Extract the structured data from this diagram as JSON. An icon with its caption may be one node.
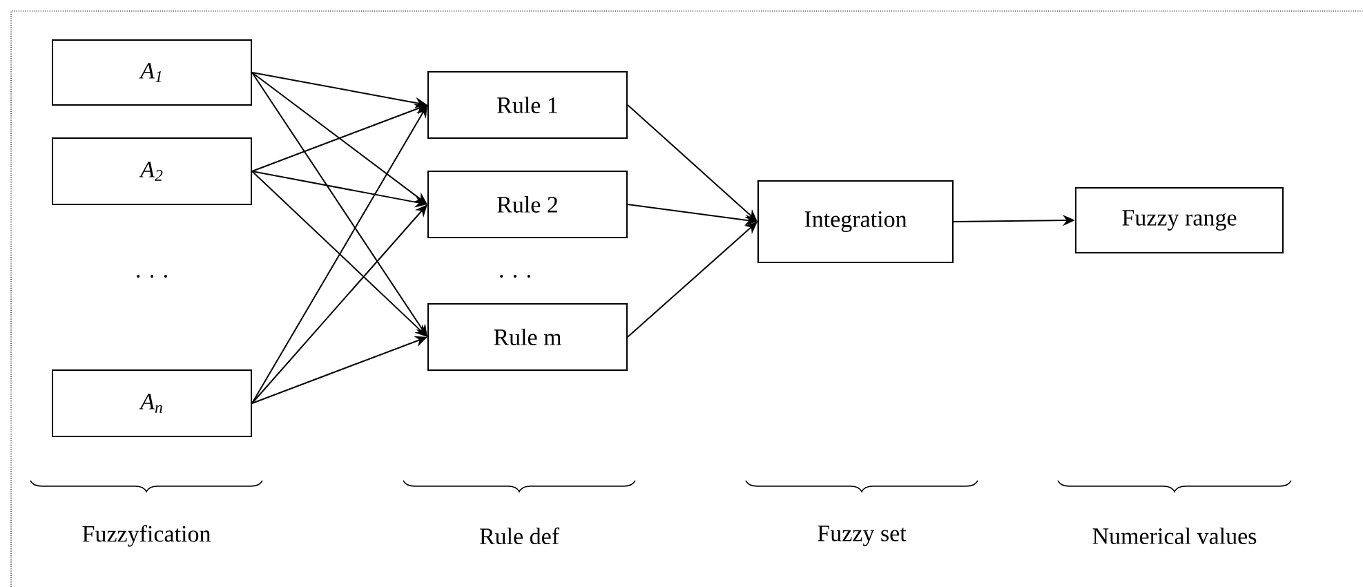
{
  "diagram": {
    "nodes": [
      {
        "text": [
          "A$_{1}$"
        ]
      },
      {
        "text": [
          "A$_{2}$"
        ]
      },
      {
        "text": [
          "A$_{n}$"
        ]
      },
      {
        "text": [
          "Rule 1"
        ]
      },
      {
        "text": [
          "Rule 2"
        ]
      },
      {
        "text": [
          "Rule m"
        ]
      },
      {
        "text": [
          "Integration"
        ]
      },
      {
        "text": [
          "Fuzzy range"
        ]
      }
    ],
    "edges": [
      {
        "from": 0,
        "to": 3,
        "arrow": "to"
      },
      {
        "from": 0,
        "to": 4,
        "arrow": "to"
      },
      {
        "from": 0,
        "to": 5,
        "arrow": "to"
      },
      {
        "from": 1,
        "to": 3,
        "arrow": "to"
      },
      {
        "from": 1,
        "to": 4,
        "arrow": "to"
      },
      {
        "from": 1,
        "to": 5,
        "arrow": "to"
      },
      {
        "from": 2,
        "to": 3,
        "arrow": "to"
      },
      {
        "from": 2,
        "to": 4,
        "arrow": "to"
      },
      {
        "from": 2,
        "to": 5,
        "arrow": "to"
      },
      {
        "from": 3,
        "to": 6,
        "arrow": "to"
      },
      {
        "from": 4,
        "to": 6,
        "arrow": "to"
      },
      {
        "from": 5,
        "to": 6,
        "arrow": "to"
      },
      {
        "from": 6,
        "to": 7,
        "arrow": "to"
      }
    ],
    "labels": [
      ". . .",
      ". . .",
      "Fuzzyfication",
      "Rule def",
      "Fuzzy set",
      "Numerical values"
    ]
  }
}
